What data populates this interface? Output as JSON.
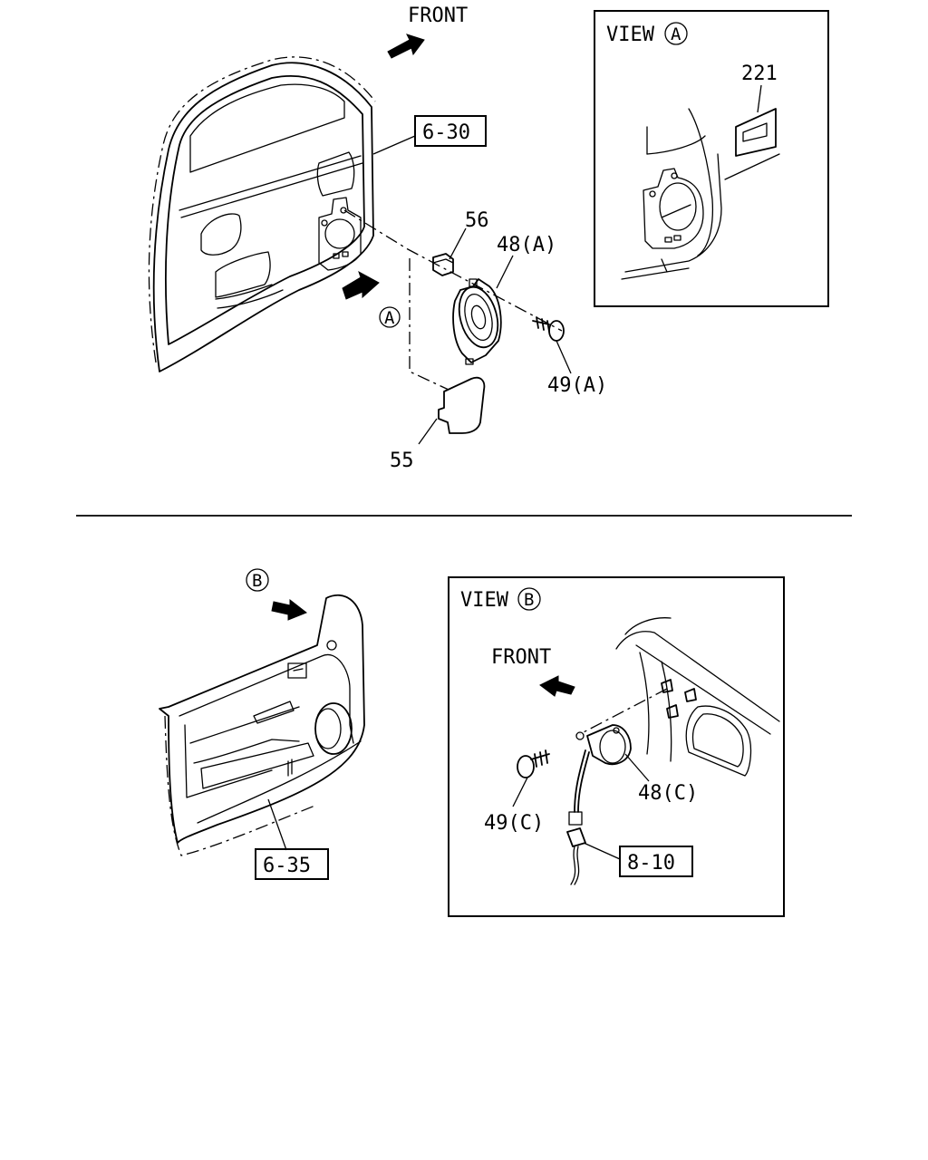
{
  "colors": {
    "ink": "#000000",
    "background": "#ffffff"
  },
  "top": {
    "front_label": "FRONT",
    "view_a_title": "VIEW",
    "view_a_mark": "A",
    "arrow_a_mark": "A",
    "callouts": {
      "door_ref": "6-30",
      "clip": "56",
      "speaker": "48(A)",
      "screw": "49(A)",
      "cover": "55",
      "view_a_part": "221"
    }
  },
  "bottom": {
    "arrow_b_mark": "B",
    "view_b_title": "VIEW",
    "view_b_mark": "B",
    "front_label": "FRONT",
    "callouts": {
      "trim_ref": "6-35",
      "tweeter": "48(C)",
      "screw": "49(C)",
      "harness_ref": "8-10"
    }
  },
  "icons": {
    "front_arrow": "front-arrow-icon",
    "view_arrow": "view-direction-arrow-icon",
    "circle_marker": "circled-letter-icon"
  }
}
